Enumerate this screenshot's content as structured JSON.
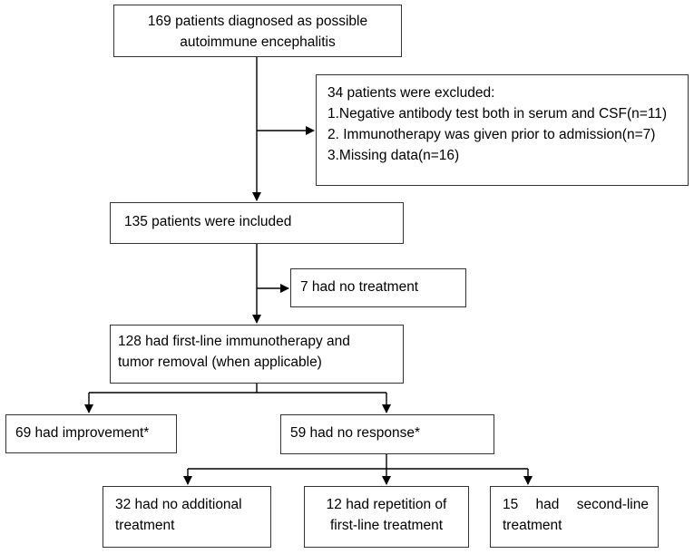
{
  "nodes": {
    "diagnosed": {
      "lines": [
        "169 patients diagnosed as possible",
        "autoimmune encephalitis"
      ]
    },
    "excluded": {
      "title": "34 patients were excluded:",
      "items": [
        "1.Negative antibody test both in serum and CSF(n=11)",
        "2. Immunotherapy was given prior to admission(n=7)",
        "3.Missing data(n=16)"
      ]
    },
    "included": {
      "text": "135 patients were included"
    },
    "no_treatment": {
      "text": "7 had no treatment"
    },
    "first_line": {
      "lines": [
        "128 had first-line immunotherapy and",
        "tumor removal (when applicable)"
      ]
    },
    "improvement": {
      "text": "69 had improvement*"
    },
    "no_response": {
      "text": "59 had no response*"
    },
    "no_additional": {
      "lines": [
        "32 had no additional",
        "treatment"
      ]
    },
    "repetition": {
      "lines": [
        "12 had repetition of",
        "first-line treatment"
      ]
    },
    "second_line": {
      "line1_parts": [
        "15",
        "had",
        "second-line"
      ],
      "line2": "treatment"
    }
  }
}
